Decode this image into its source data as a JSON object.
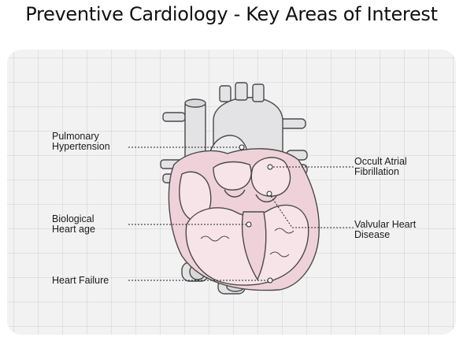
{
  "title": "Preventive Cardiology - Key Areas of Interest",
  "colors": {
    "heart_outline": "#4a4a4a",
    "vessel_fill": "#e3e3e5",
    "chamber_fill": "#f7e4e8",
    "muscle_fill": "#efd2d9",
    "leader_line": "#222222"
  },
  "labels": {
    "pulmonary_hypertension": [
      "Pulmonary",
      "Hypertension"
    ],
    "occult_af": [
      "Occult Atrial",
      "Fibrillation"
    ],
    "biological_age": [
      "Biological",
      "Heart age"
    ],
    "valvular": [
      "Valvular Heart",
      "Disease"
    ],
    "heart_failure": [
      "Heart Failure"
    ]
  }
}
